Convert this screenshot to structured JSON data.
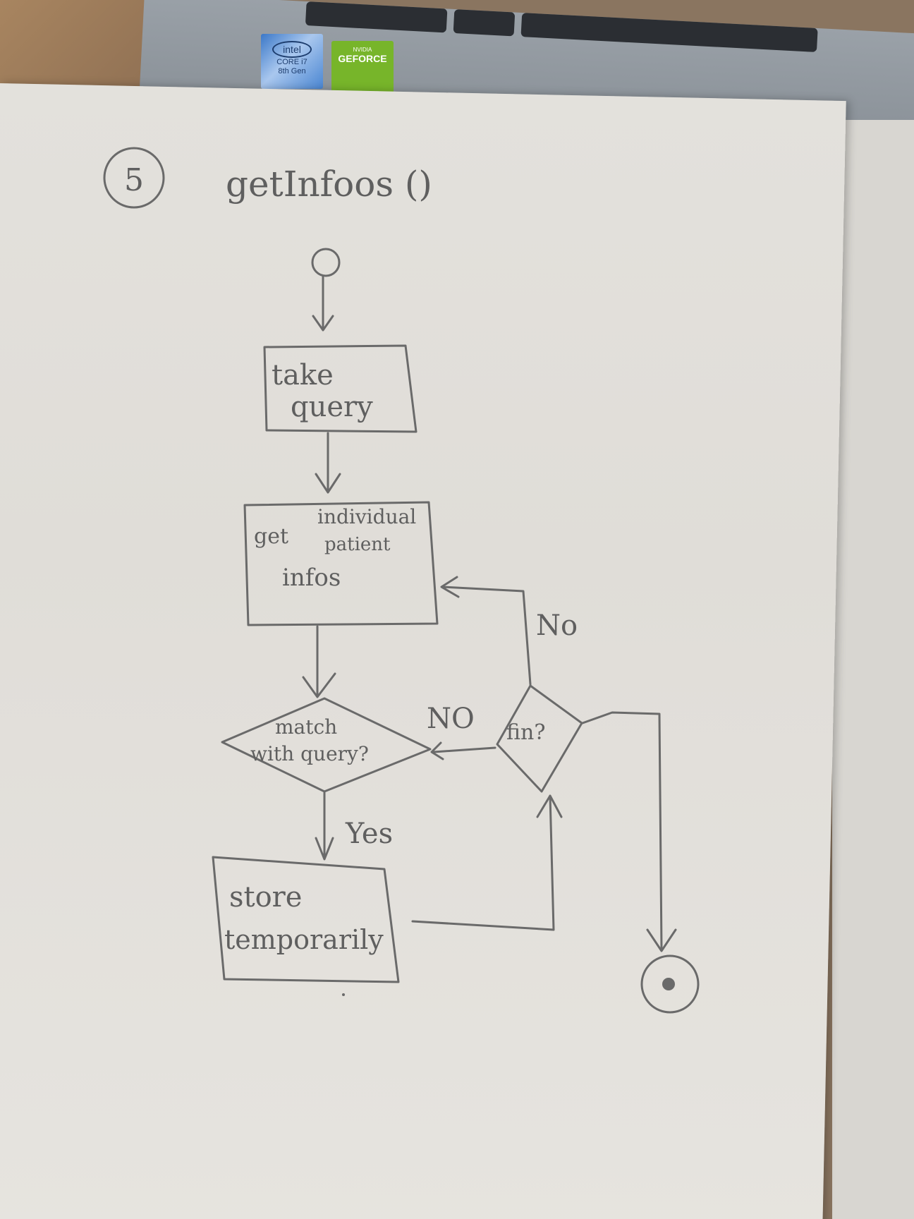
{
  "stickers": {
    "intel": {
      "logo": "intel",
      "line1": "CORE i7",
      "line2": "8th Gen"
    },
    "nvidia": {
      "line1": "NVIDIA",
      "line2": "GEFORCE"
    }
  },
  "sheet": {
    "number": "5",
    "title": "getInfoos ()"
  },
  "flowchart": {
    "start_node": "",
    "step_take_query": [
      "take",
      "query"
    ],
    "step_get_info": {
      "left": "get",
      "top_line": "individual",
      "middle_line": "patient",
      "bottom_line": "infos"
    },
    "decision_match": [
      "match",
      "with query?"
    ],
    "decision_fin": "fin?",
    "step_store": [
      "store",
      "temporarily"
    ],
    "edge_no_to_fin": "NO",
    "edge_no_loop": "No",
    "edge_yes": "Yes",
    "end_node": ""
  }
}
